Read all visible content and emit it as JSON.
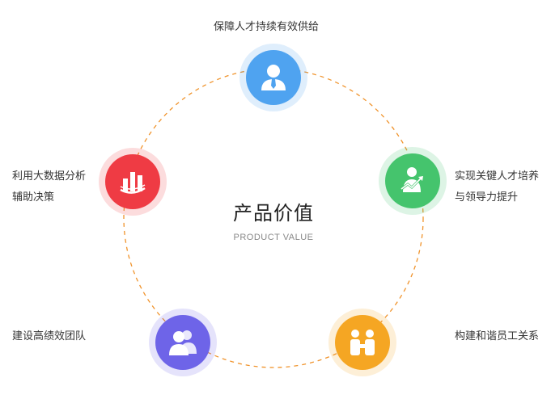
{
  "center": {
    "title": "产品价值",
    "subtitle": "PRODUCT VALUE"
  },
  "nodes": [
    {
      "key": "top",
      "label_lines": [
        "保障人才持续有效供给"
      ],
      "color": "#4fa3f0",
      "icon": "person-tie-icon"
    },
    {
      "key": "right",
      "label_lines": [
        "实现关键人才培养",
        "与领导力提升"
      ],
      "color": "#45c46d",
      "icon": "growth-person-icon"
    },
    {
      "key": "bottom-right",
      "label_lines": [
        "构建和谐员工关系"
      ],
      "color": "#f5a623",
      "icon": "handshake-people-icon"
    },
    {
      "key": "bottom-left",
      "label_lines": [
        "建设高绩效团队"
      ],
      "color": "#6e64e8",
      "icon": "team-icon"
    },
    {
      "key": "left",
      "label_lines": [
        "利用大数据分析",
        "辅助决策"
      ],
      "color": "#ef3b44",
      "icon": "bar-chart-icon"
    }
  ],
  "ring_color": "#f0932b"
}
